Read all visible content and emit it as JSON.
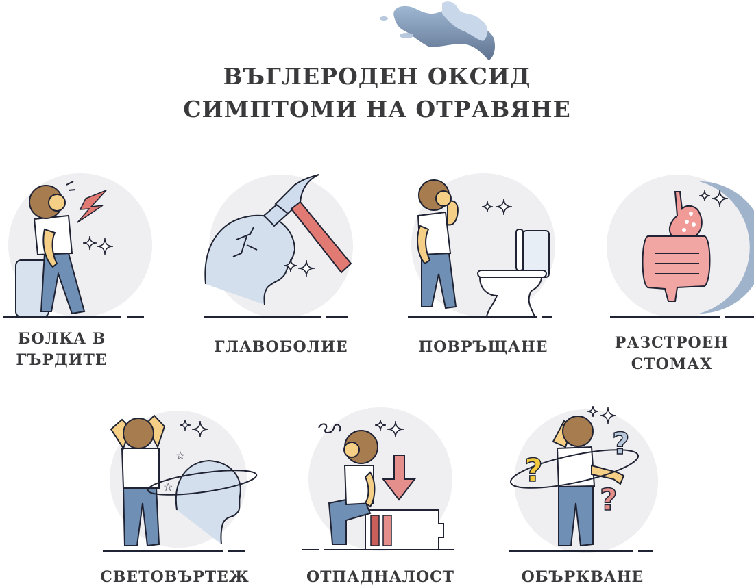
{
  "header": {
    "title_line1": "ВЪГЛЕРОДЕН ОКСИД",
    "title_line2": "СИМПТОМИ НА ОТРАВЯНЕ",
    "icon": "gas-cloud-icon"
  },
  "colors": {
    "text": "#3a3a3c",
    "circle_bg": "#efeff1",
    "outline": "#1f2333",
    "pants": "#6f8fb5",
    "skin": "#f5cf86",
    "hair": "#a77c4f",
    "accent_red": "#e07a72",
    "light_blue": "#cfdced",
    "question_yellow": "#f3c93d",
    "question_blue": "#b8c7da",
    "question_red": "#e58f8c"
  },
  "symptoms": [
    {
      "label_line1": "БОЛКА В",
      "label_line2": "ГЪРДИТЕ",
      "icon": "chest-pain-icon"
    },
    {
      "label_line1": "ГЛАВОБОЛИЕ",
      "label_line2": "",
      "icon": "headache-hammer-icon"
    },
    {
      "label_line1": "ПОВРЪЩАНЕ",
      "label_line2": "",
      "icon": "vomiting-toilet-icon"
    },
    {
      "label_line1": "РАЗСТРОЕН",
      "label_line2": "СТОМАХ",
      "icon": "stomach-icon"
    },
    {
      "label_line1": "СВЕТОВЪРТЕЖ",
      "label_line2": "",
      "icon": "dizziness-icon"
    },
    {
      "label_line1": "ОТПАДНАЛОСТ",
      "label_line2": "",
      "icon": "fatigue-battery-icon"
    },
    {
      "label_line1": "ОБЪРКВАНЕ",
      "label_line2": "",
      "icon": "confusion-icon"
    }
  ]
}
